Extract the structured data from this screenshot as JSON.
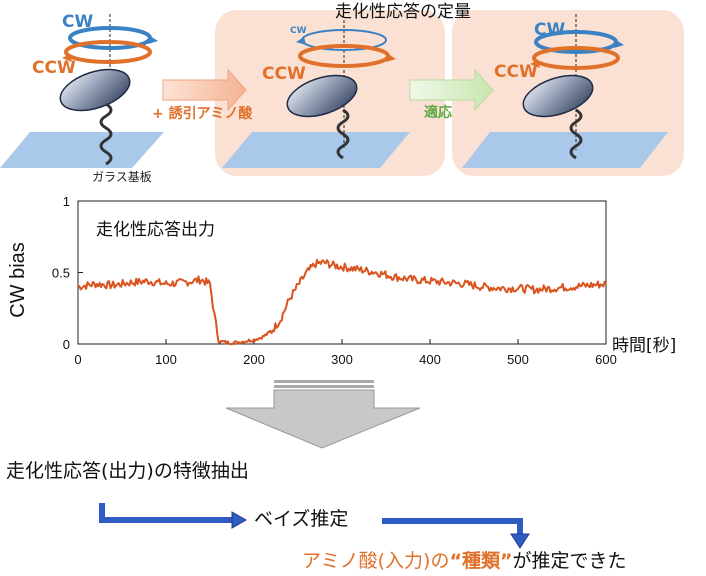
{
  "header": {
    "title": "走化性応答の定量",
    "step_label_1": "+ 誘引アミノ酸",
    "step_label_2": "適応",
    "glass_label": "ガラス基板",
    "cw": "CW",
    "ccw": "CCW",
    "cw_small": "CW"
  },
  "chart_data": {
    "type": "line",
    "title": "走化性応答出力",
    "ylabel": "CW bias",
    "xlabel": "時間[秒]",
    "xlim": [
      0,
      600
    ],
    "ylim": [
      0,
      1
    ],
    "xticks": [
      "0",
      "100",
      "200",
      "300",
      "400",
      "500",
      "600"
    ],
    "yticks": [
      "0",
      "0.5",
      "1"
    ],
    "series": [
      {
        "color": "#d9541e",
        "x": [
          0,
          20,
          40,
          60,
          80,
          100,
          120,
          140,
          150,
          155,
          160,
          170,
          180,
          190,
          200,
          210,
          220,
          230,
          240,
          250,
          260,
          270,
          280,
          290,
          300,
          320,
          340,
          360,
          380,
          400,
          420,
          440,
          460,
          480,
          500,
          520,
          540,
          560,
          580,
          600
        ],
        "y": [
          0.4,
          0.42,
          0.41,
          0.43,
          0.44,
          0.42,
          0.43,
          0.45,
          0.42,
          0.2,
          0.02,
          0.01,
          0.01,
          0.02,
          0.03,
          0.05,
          0.09,
          0.17,
          0.31,
          0.41,
          0.5,
          0.56,
          0.57,
          0.55,
          0.54,
          0.52,
          0.5,
          0.47,
          0.45,
          0.44,
          0.43,
          0.42,
          0.4,
          0.39,
          0.39,
          0.38,
          0.39,
          0.4,
          0.41,
          0.42
        ]
      }
    ]
  },
  "flow": {
    "line1": "走化性応答(出力)の特徴抽出",
    "line2": "ベイズ推定",
    "result_part1": "アミノ酸(入力)の",
    "result_bold": "“種類”",
    "result_part2": "が推定できた"
  },
  "colors": {
    "panel_bg": "#fbe1d3",
    "glass": "#a9c8ea",
    "cw_blue": "#3b82c4",
    "ccw_orange": "#e0712b",
    "trace": "#d9541e",
    "flow_blue": "#2f5cc4",
    "arrow_gray": "#c8c8c8"
  }
}
